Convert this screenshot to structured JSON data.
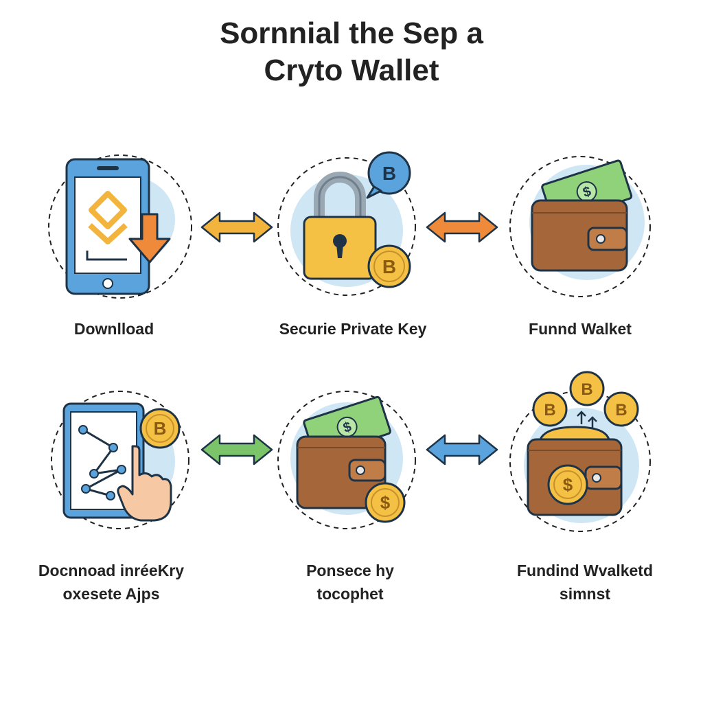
{
  "title": {
    "line1": "Sornnial the Sep a",
    "line2": "Cryto Wallet"
  },
  "steps": [
    {
      "label_lines": [
        "Downlload"
      ],
      "icon": "phone-download-icon"
    },
    {
      "label_lines": [
        "Securie Private Key"
      ],
      "icon": "padlock-bitcoin-icon"
    },
    {
      "label_lines": [
        "Funnd Walket"
      ],
      "icon": "wallet-cash-icon"
    },
    {
      "label_lines": [
        "Docnnoad inréeKry",
        "oxesete Ajps"
      ],
      "icon": "tablet-pattern-icon"
    },
    {
      "label_lines": [
        "Ponsece hy",
        "tocophet"
      ],
      "icon": "wallet-dollar-icon"
    },
    {
      "label_lines": [
        "Fundind Wvalketd",
        "simnst"
      ],
      "icon": "wallet-coins-icon"
    }
  ],
  "arrows": [
    {
      "color": "#f2b43c",
      "icon": "double-arrow-icon"
    },
    {
      "color": "#ee8a3a",
      "icon": "double-arrow-icon"
    },
    {
      "color": "#7cc46a",
      "icon": "double-arrow-icon"
    },
    {
      "color": "#5aa3dc",
      "icon": "double-arrow-icon"
    }
  ],
  "coins": {
    "bitcoin_glyph": "B",
    "dollar_glyph": "$"
  },
  "colors": {
    "blue": "#5aa3dc",
    "light_blue": "#cfe6f5",
    "gold": "#f5c144",
    "orange": "#ee8a3a",
    "wallet_brown": "#a5673a",
    "cash_green": "#8fd27a"
  }
}
